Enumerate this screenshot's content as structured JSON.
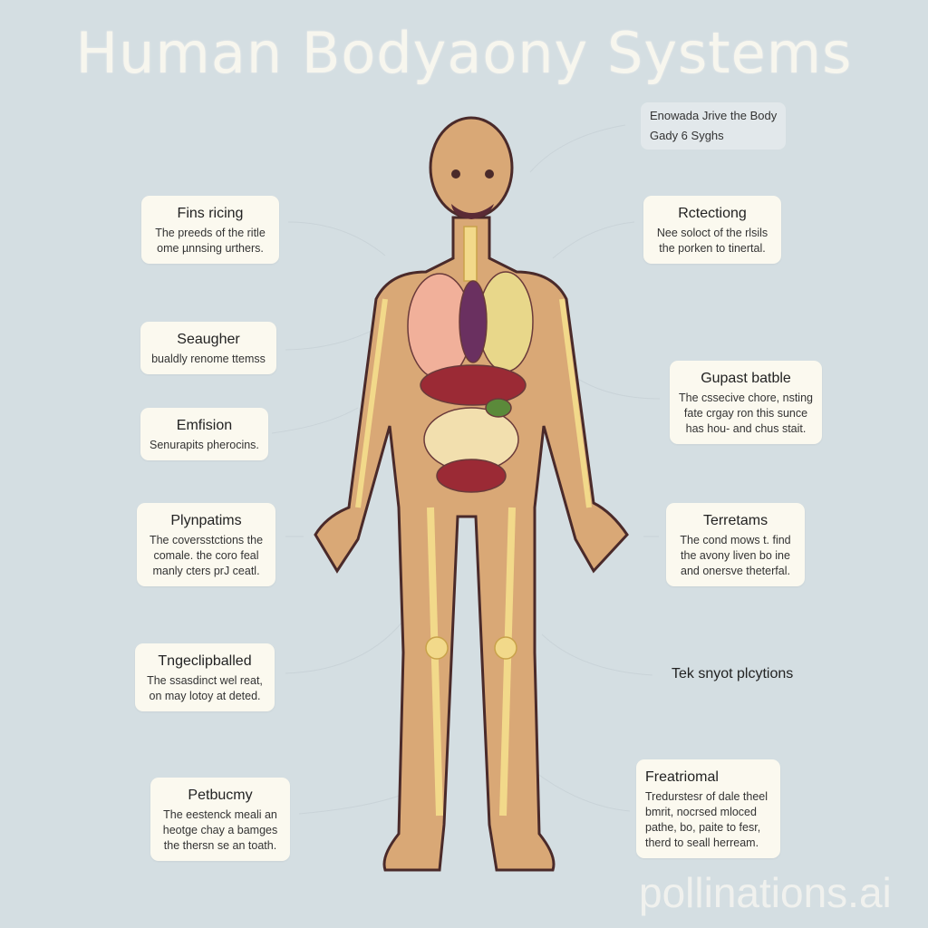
{
  "title": "Human Bodyaony Systems",
  "note": {
    "line1": "Enowada Jrive the Body",
    "line2": "Gady 6 Syghs"
  },
  "left_cards": [
    {
      "heading": "Fins ricing",
      "lines": [
        "The preeds of the ritle",
        "ome µnnsing urthers."
      ]
    },
    {
      "heading": "Seaugher",
      "lines": [
        "bualdly renome ttemss"
      ]
    },
    {
      "heading": "Emfision",
      "lines": [
        "Senurapits pherocins."
      ]
    },
    {
      "heading": "Plynpatims",
      "lines": [
        "The coversstctions the",
        "comale. the coro feal",
        "manly cters prJ ceatl."
      ]
    },
    {
      "heading": "Tngeclipballed",
      "lines": [
        "The ssasdinct wel reat,",
        "on may lotoy at deted."
      ]
    },
    {
      "heading": "Petbucmy",
      "lines": [
        "The eestenck meali an",
        "heotge chay a bamges",
        "the thersn se an toath."
      ]
    }
  ],
  "right_cards": [
    {
      "heading": "Rctectiong",
      "lines": [
        "Nee soloct of the rlsils",
        "the porken to tinertal."
      ]
    },
    {
      "heading": "Gupast batble",
      "lines": [
        "The cssecive chore, nsting",
        "fate crgay ron this sunce",
        "has hou- and chus stait."
      ]
    },
    {
      "heading": "Terretams",
      "lines": [
        "The cond mows t. find",
        "the avony liven bo ine",
        "and onersve theterfal."
      ]
    },
    {
      "heading": "Freatriomal",
      "lines": [
        "Tredurstesr of dale theel",
        "bmrit, nocrsed mloced",
        "pathe, bo, paite to fesr,",
        "therd to seall herream."
      ]
    }
  ],
  "plain_label": "Tek snyot plcytions",
  "watermark": "pollinations.ai",
  "colors": {
    "background": "#d4dee2",
    "card": "#fbf9ef",
    "skin": "#d9a876",
    "bone": "#f2d98a",
    "outline": "#4a2a2a"
  }
}
